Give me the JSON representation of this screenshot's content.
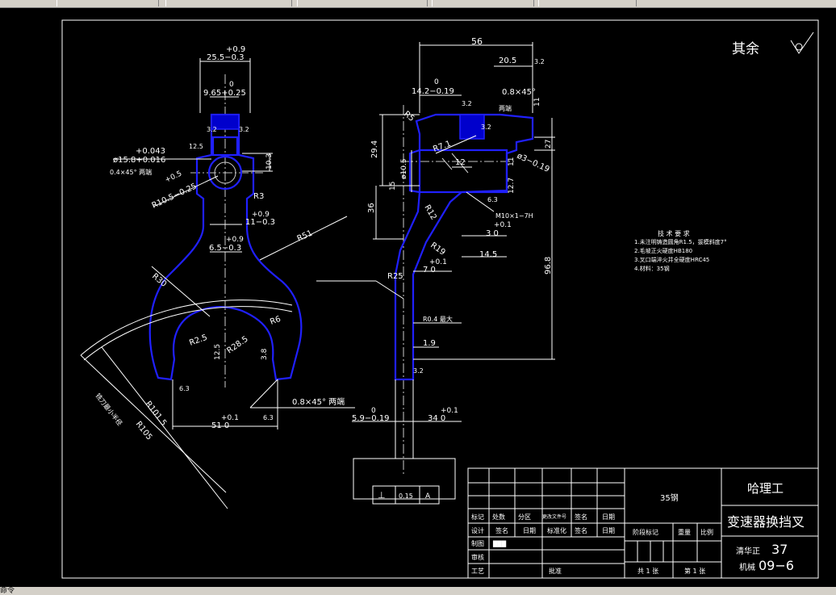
{
  "window": {
    "status_text": "命令"
  },
  "title_block": {
    "material": "35钢",
    "school": "哈理工",
    "part_name": "变速器换挡叉",
    "drawing_no_prefix": "清华正",
    "drawing_no_suffix": "37",
    "drawing_code_prefix": "机械",
    "drawing_code": "09−6",
    "stage_label": "阶段标记",
    "weight_label": "重量",
    "scale_label": "比例",
    "total_sheets": "共  1  张",
    "sheet_no": "第  1  张",
    "rows": [
      [
        "标记",
        "处数",
        "分区",
        "更改文件号",
        "签名",
        "日期"
      ],
      [
        "设计",
        "签名",
        "日期",
        "标准化",
        "签名",
        "日期"
      ]
    ],
    "drafted": "制图",
    "drafter": "███",
    "reviewed": "审核",
    "process": "工艺",
    "approved": "批准"
  },
  "surface_note": "其余",
  "tech_requirements": {
    "title": "技 术 要 求",
    "items": [
      "1.未注明铸造圆角R1.5，拔模斜度7°",
      "2.毛坡正火硬度HB180",
      "3.叉口端淬火并全硬度HRC45",
      "4.材料：35钢"
    ]
  },
  "left_view": {
    "dims": {
      "top_width_tol": "+0.9",
      "top_width": "25.5−0.3",
      "inner_tol": "0",
      "inner": "9.65+0.25",
      "bore_tol": "+0.043",
      "bore": "ø15.8+0.016",
      "chamfer": "0.4×45° 两端",
      "radius_tol": "+0.5",
      "radius": "R10.5−0.25",
      "r3": "R3",
      "h103": "10.3",
      "w11_tol": "+0.9",
      "w11": "11−0.3",
      "r51": "R51",
      "w65_tol": "+0.9",
      "w65": "6.5−0.3",
      "r30": "R30",
      "r25": "R2.5",
      "r285": "R28.5",
      "r6": "R6",
      "d125": "12.5",
      "d38": "3.8",
      "r1015": "R101.5",
      "r105": "R105",
      "w51_tol": "+0.1",
      "w51": "51  0",
      "chamfer2": "0.8×45° 两端",
      "tool_note": "铣刀最小半径",
      "rough_a": "3.2",
      "rough_b": "3.2",
      "rough_c": "12.5",
      "rough_d": "6.3",
      "rough_e": "6.3"
    }
  },
  "right_view": {
    "dims": {
      "w56": "56",
      "w205": "20.5",
      "d142_tol": "0",
      "d142": "14.2−0.19",
      "chamfer": "0.8×45°",
      "two_ends": "两端",
      "h11": "11",
      "r5": "R5",
      "h294": "29.4",
      "r7": "R7.1",
      "h12": "12",
      "h27": "27",
      "d3": "ø3−0.19",
      "d105": "ø10.5",
      "h15": "15",
      "h36": "36",
      "d11": "11",
      "d127": "12.7",
      "thread": "M10×1−7H",
      "r12": "R12",
      "t30_tol": "+0.1",
      "t30": "3  0",
      "r19": "R19",
      "t7_tol": "+0.1",
      "t7": "7  0",
      "w145": "14.5",
      "h968": "96.8",
      "r25": "R25",
      "r04": "R0.4 最大",
      "w19": "1.9",
      "d59_tol": "0",
      "d59": "5.9−0.19",
      "d34_tol": "+0.1",
      "d34": "34  0",
      "tol_val": "0.15",
      "datum": "A",
      "rough_a": "3.2",
      "rough_b": "3.2",
      "rough_c": "3.2",
      "rough_d": "6.3",
      "rough_e": "3.2"
    }
  }
}
